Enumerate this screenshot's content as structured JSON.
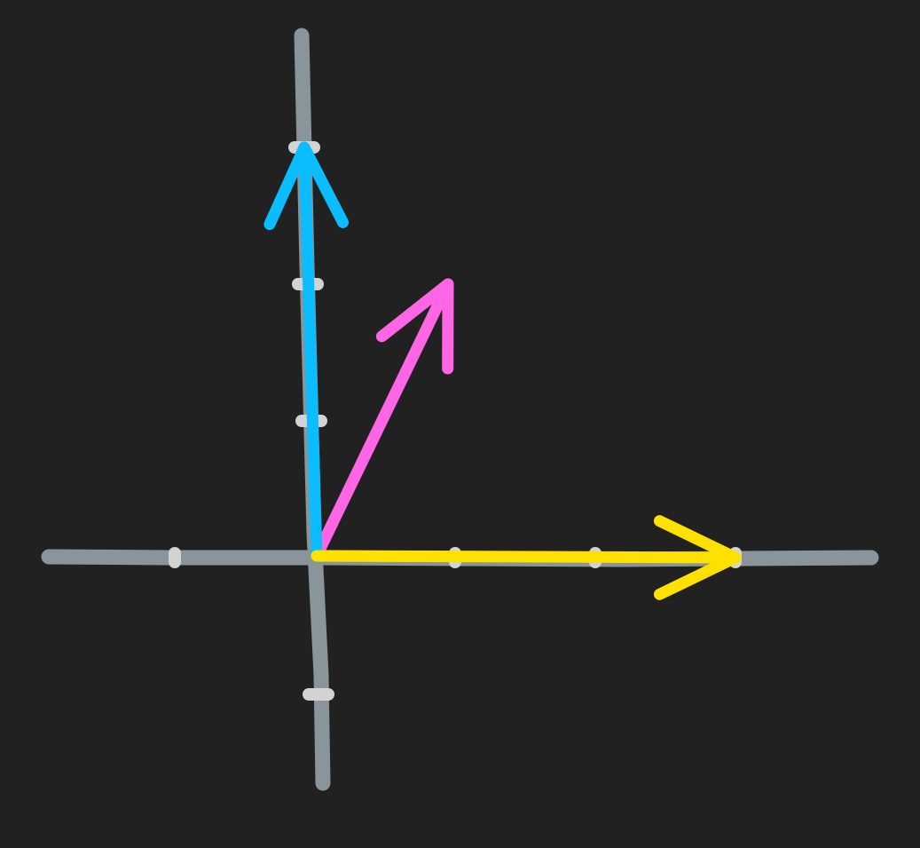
{
  "diagram": {
    "background_color": "#222121",
    "axis_color": "#89959a",
    "tick_color": "#d3d3d3",
    "grid": false,
    "x_ticks": [
      -1,
      1,
      2,
      3
    ],
    "y_ticks": [
      -1,
      1,
      2,
      3
    ],
    "vectors": [
      {
        "name": "x-basis-vector",
        "color": "#ffe100",
        "x": 3,
        "y": 0
      },
      {
        "name": "y-basis-vector",
        "color": "#0bbcff",
        "x": 0,
        "y": 3
      },
      {
        "name": "combined-vector",
        "color": "#ff66e6",
        "x": 1,
        "y": 2
      }
    ]
  }
}
